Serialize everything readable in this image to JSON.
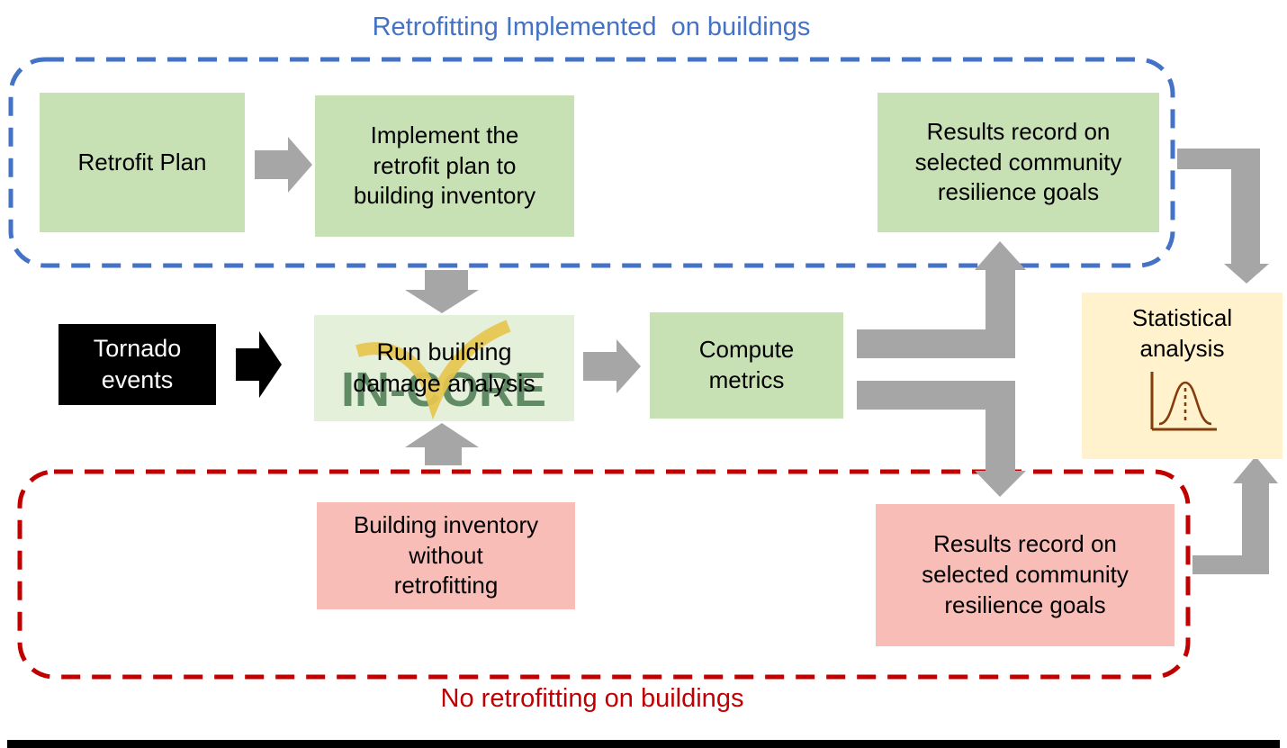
{
  "titles": {
    "top": "Retrofitting Implemented  on buildings",
    "bottom": "No retrofitting on buildings"
  },
  "boxes": {
    "retrofit_plan": "Retrofit Plan",
    "implement": "Implement the\nretrofit plan to\nbuilding inventory",
    "results_retrofitted": "Results record on\nselected community\nresilience goals",
    "tornado": "Tornado\nevents",
    "run_damage": "Run building\ndamage analysis",
    "incore_logo": "IN-CORE",
    "compute": "Compute\nmetrics",
    "building_inventory": "Building inventory\nwithout\nretrofitting",
    "results_no_retrofit": "Results record on\nselected community\nresilience goals",
    "statistical": "Statistical\nanalysis"
  },
  "colors": {
    "green_box": "#C7E1B5",
    "pale_green_box": "#E5F0DB",
    "pink_box": "#F9BDB8",
    "yellow_box": "#FFF2CC",
    "arrow_gray": "#A6A6A6",
    "dashed_blue": "#4472C4",
    "dashed_red": "#C00000",
    "black": "#000000",
    "bell_curve_brown": "#843C0C",
    "incore_green": "#517F57",
    "incore_yellow": "#E7C54F"
  }
}
